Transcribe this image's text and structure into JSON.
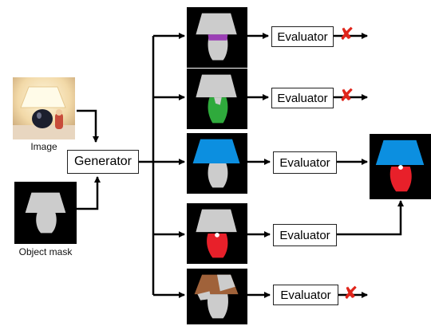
{
  "inputs": {
    "image_caption": "Image",
    "mask_caption": "Object mask"
  },
  "generator": {
    "label": "Generator"
  },
  "candidates": [
    {
      "evaluator_label": "Evaluator",
      "rejected": true,
      "highlight": "purple-base-band",
      "highlight_color": "#9b3fb5"
    },
    {
      "evaluator_label": "Evaluator",
      "rejected": true,
      "highlight": "green-base",
      "highlight_color": "#2faa3c"
    },
    {
      "evaluator_label": "Evaluator",
      "rejected": false,
      "highlight": "blue-shade",
      "highlight_color": "#0c8fe0"
    },
    {
      "evaluator_label": "Evaluator",
      "rejected": false,
      "highlight": "red-base",
      "highlight_color": "#e8202a"
    },
    {
      "evaluator_label": "Evaluator",
      "rejected": true,
      "highlight": "brown-shade",
      "highlight_color": "#a0623a"
    }
  ],
  "reject_symbol": "✘",
  "colors": {
    "mask_gray": "#cccccc",
    "reject_red": "#e0251b",
    "arrow": "#000000"
  }
}
